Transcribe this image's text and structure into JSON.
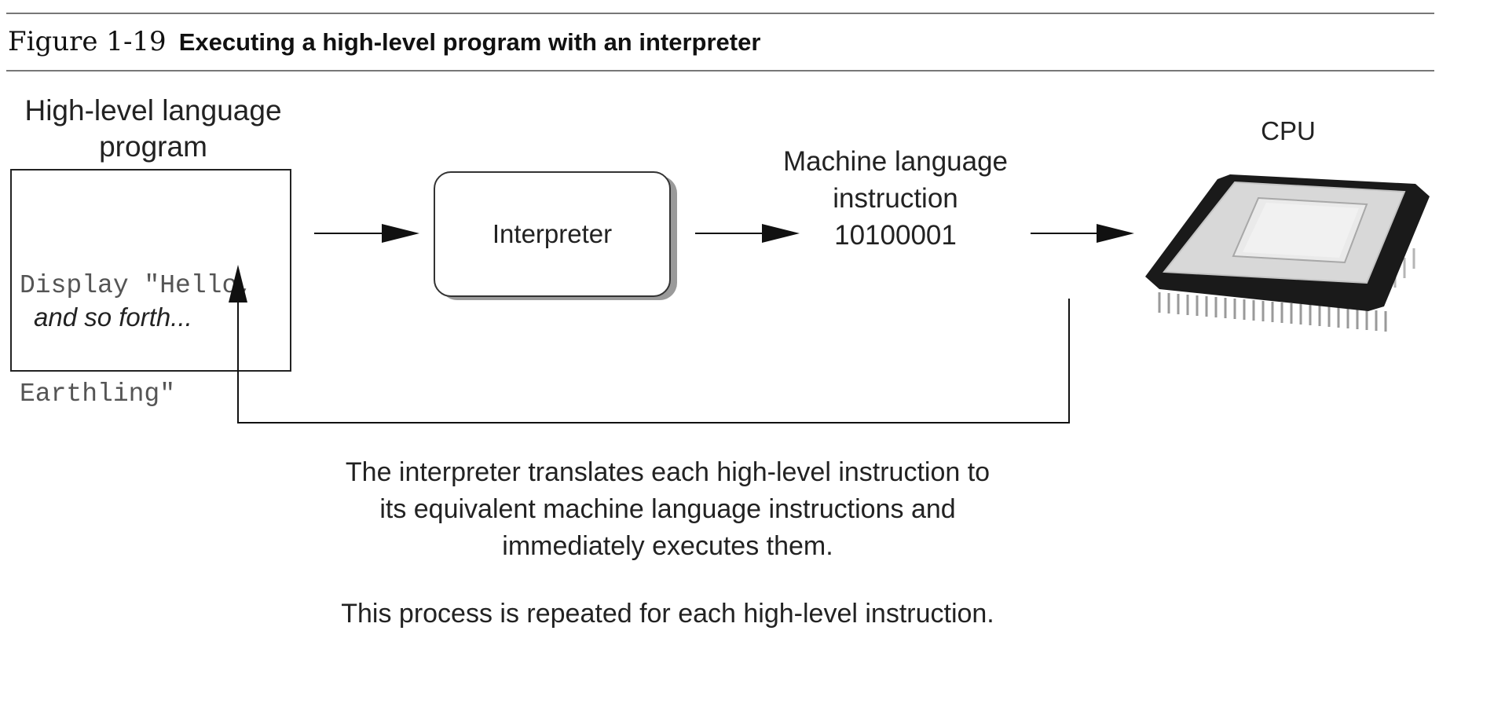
{
  "figure": {
    "number": "Figure 1-19",
    "title": "Executing a high-level program with an interpreter"
  },
  "program_box": {
    "label_line1": "High-level language",
    "label_line2": "program",
    "code_line1": "Display \"Hello,",
    "code_line2": "Earthling\"",
    "continuation": "and so forth..."
  },
  "interpreter": {
    "label": "Interpreter"
  },
  "machine_instruction": {
    "label_line1": "Machine language",
    "label_line2": "instruction",
    "value": "10100001"
  },
  "cpu": {
    "label": "CPU",
    "icon": "cpu-chip-icon"
  },
  "description": {
    "line1": "The interpreter translates each high-level instruction to",
    "line2": "its equivalent machine language instructions and",
    "line3": "immediately executes them.",
    "repeat_note": "This process is repeated for each high-level instruction."
  },
  "colors": {
    "lines": "#222222",
    "rules": "#777777",
    "code_text": "#555555",
    "shadow": "#9a9a9a"
  }
}
